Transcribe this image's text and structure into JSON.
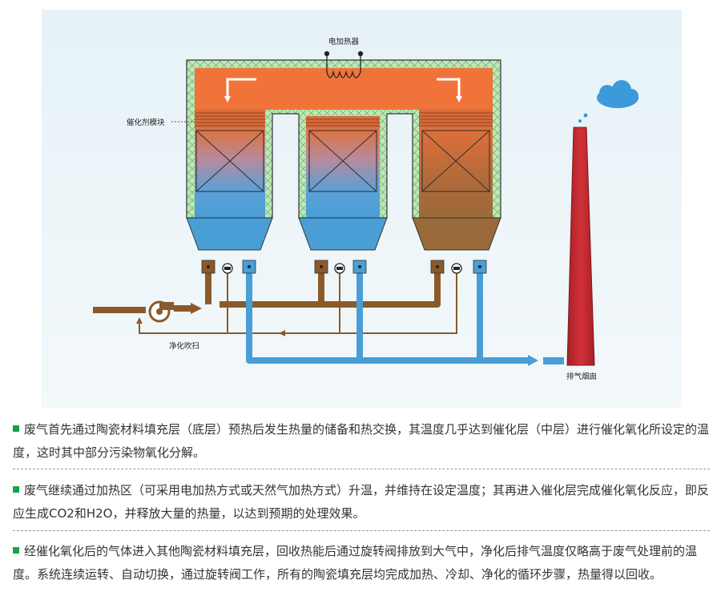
{
  "diagram": {
    "labels": {
      "heater": "电加热器",
      "catalyst": "催化剂模块",
      "purge": "净化吹扫",
      "chimney": "排气烟囱"
    },
    "colors": {
      "hot": "#f0733a",
      "cool": "#4a9ed6",
      "brown": "#8a5a2b",
      "insulation": "#9fd89a",
      "chimney": "#c22a2f",
      "cloud": "#3b9ad9"
    }
  },
  "paragraphs": [
    "废气首先通过陶瓷材料填充层（底层）预热后发生热量的储备和热交换，其温度几乎达到催化层（中层）进行催化氧化所设定的温度，这时其中部分污染物氧化分解。",
    "废气继续通过加热区（可采用电加热方式或天然气加热方式）升温，并维持在设定温度；其再进入催化层完成催化氧化反应，即反应生成CO2和H2O，并释放大量的热量，以达到预期的处理效果。",
    "经催化氧化后的气体进入其他陶瓷材料填充层，回收热能后通过旋转阀排放到大气中，净化后排气温度仅略高于废气处理前的温度。系统连续运转、自动切换，通过旋转阀工作，所有的陶瓷填充层均完成加热、冷却、净化的循环步骤，热量得以回收。"
  ]
}
